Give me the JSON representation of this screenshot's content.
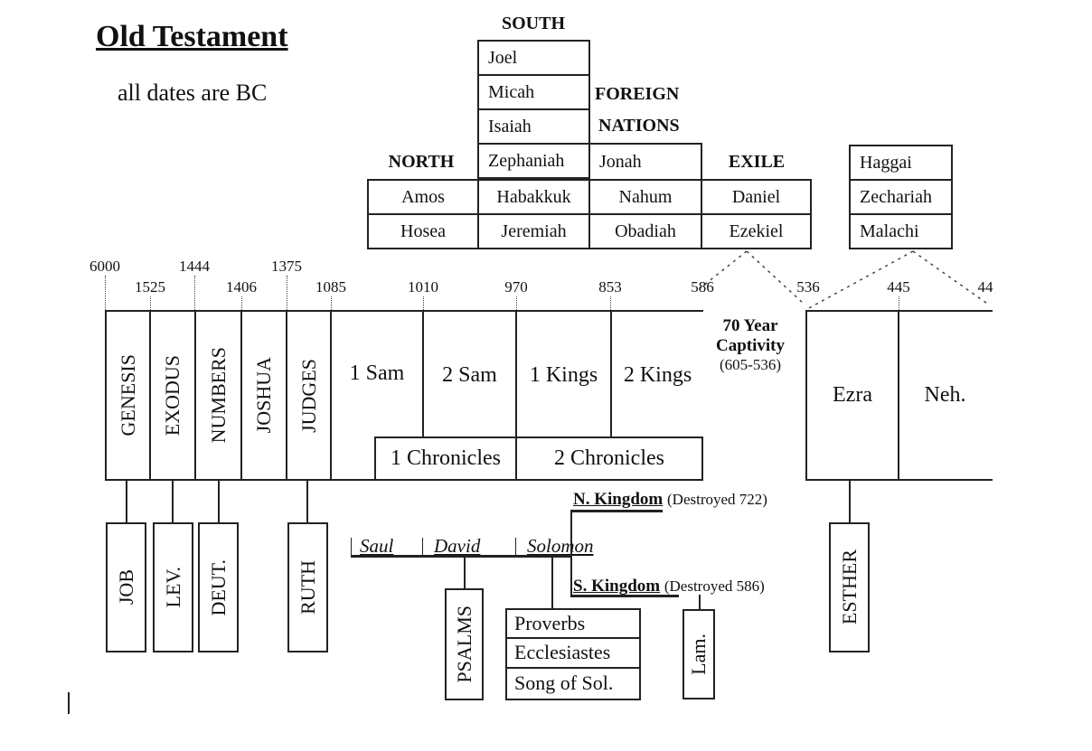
{
  "header": {
    "title": "Old Testament",
    "subtitle": "all dates are BC"
  },
  "prophets": {
    "south_label": "SOUTH",
    "north_label": "NORTH",
    "foreign_label_1": "FOREIGN",
    "foreign_label_2": "NATIONS",
    "exile_label": "EXILE",
    "south": [
      "Joel",
      "Micah",
      "Isaiah",
      "Zephaniah",
      "Habakkuk",
      "Jeremiah"
    ],
    "north": [
      "Amos",
      "Hosea"
    ],
    "foreign": [
      "Jonah",
      "Nahum",
      "Obadiah"
    ],
    "exile": [
      "Daniel",
      "Ezekiel"
    ],
    "post_exile": [
      "Haggai",
      "Zechariah",
      "Malachi"
    ]
  },
  "timeline": {
    "dates_upper": [
      "6000",
      "1444",
      "1375"
    ],
    "dates_lower": [
      "1525",
      "1406",
      "1085",
      "1010",
      "970",
      "853",
      "586",
      "536",
      "445",
      "44"
    ],
    "main_books": [
      "GENESIS",
      "EXODUS",
      "NUMBERS",
      "JOSHUA",
      "JUDGES"
    ],
    "history_books": [
      "1 Sam",
      "2 Sam",
      "1 Kings",
      "2 Kings"
    ],
    "chronicles": [
      "1 Chronicles",
      "2 Chronicles"
    ],
    "captivity": {
      "line1": "70 Year",
      "line2": "Captivity",
      "line3": "(605-536)"
    },
    "post_books": [
      "Ezra",
      "Neh."
    ]
  },
  "below": {
    "side_books": [
      "JOB",
      "LEV.",
      "DEUT.",
      "RUTH"
    ],
    "kings": [
      "Saul",
      "David",
      "Solomon"
    ],
    "psalms": "PSALMS",
    "wisdom": [
      "Proverbs",
      "Ecclesiastes",
      "Song of Sol."
    ],
    "lam": "Lam.",
    "esther": "ESTHER",
    "n_kingdom": {
      "name": "N. Kingdom",
      "note": "(Destroyed 722)"
    },
    "s_kingdom": {
      "name": "S. Kingdom",
      "note": "(Destroyed 586)"
    }
  }
}
